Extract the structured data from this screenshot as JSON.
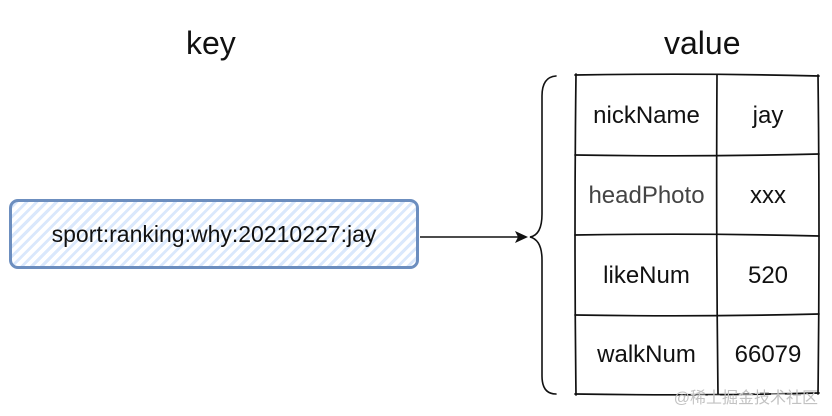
{
  "diagram": {
    "key_heading": "key",
    "value_heading": "value",
    "key_text": "sport:ranking:why:20210227:jay",
    "rows": [
      {
        "field": "nickName",
        "value": "jay"
      },
      {
        "field": "headPhoto",
        "value": "xxx"
      },
      {
        "field": "likeNum",
        "value": "520"
      },
      {
        "field": "walkNum",
        "value": "66079"
      }
    ],
    "colors": {
      "key_box_border": "#6c8ebf",
      "key_box_hatch": "#dae8fc",
      "line": "#111111"
    }
  },
  "watermark": "@稀土掘金技术社区"
}
